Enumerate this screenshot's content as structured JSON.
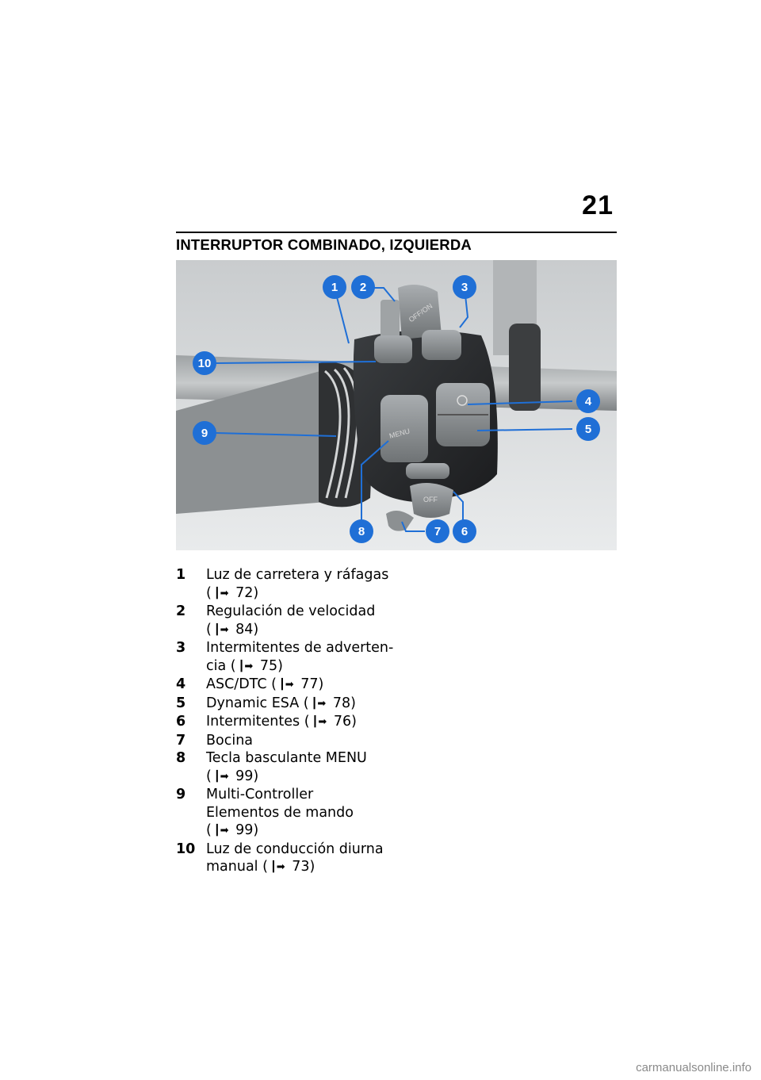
{
  "page": {
    "number": "21",
    "title": "INTERRUPTOR COMBINADO, IZQUIERDA"
  },
  "photo": {
    "button_labels": {
      "menu": "MENU",
      "off_on": "OFF/ON",
      "off": "OFF"
    },
    "callout_color": "#1f6fd6"
  },
  "legend": [
    {
      "num": "1",
      "lines": [
        "Luz de carretera y ráfagas"
      ],
      "ref": "72"
    },
    {
      "num": "2",
      "lines": [
        "Regulación de velocidad"
      ],
      "ref": "84"
    },
    {
      "num": "3",
      "lines": [
        "Intermitentes de adverten-"
      ],
      "last": "cia",
      "ref": "75"
    },
    {
      "num": "4",
      "lines": [],
      "last": "ASC/DTC",
      "ref": "77"
    },
    {
      "num": "5",
      "lines": [],
      "last": "Dynamic ESA",
      "ref": "78"
    },
    {
      "num": "6",
      "lines": [],
      "last": "Intermitentes",
      "ref": "76"
    },
    {
      "num": "7",
      "lines": [],
      "last": "Bocina"
    },
    {
      "num": "8",
      "lines": [
        "Tecla basculante MENU"
      ],
      "ref": "99"
    },
    {
      "num": "9",
      "lines": [
        "Multi-Controller",
        "Elementos de mando"
      ],
      "ref": "99"
    },
    {
      "num": "10",
      "lines": [
        "Luz de conducción diurna"
      ],
      "last": "manual",
      "ref": "73"
    }
  ],
  "watermark": "carmanualsonline.info"
}
